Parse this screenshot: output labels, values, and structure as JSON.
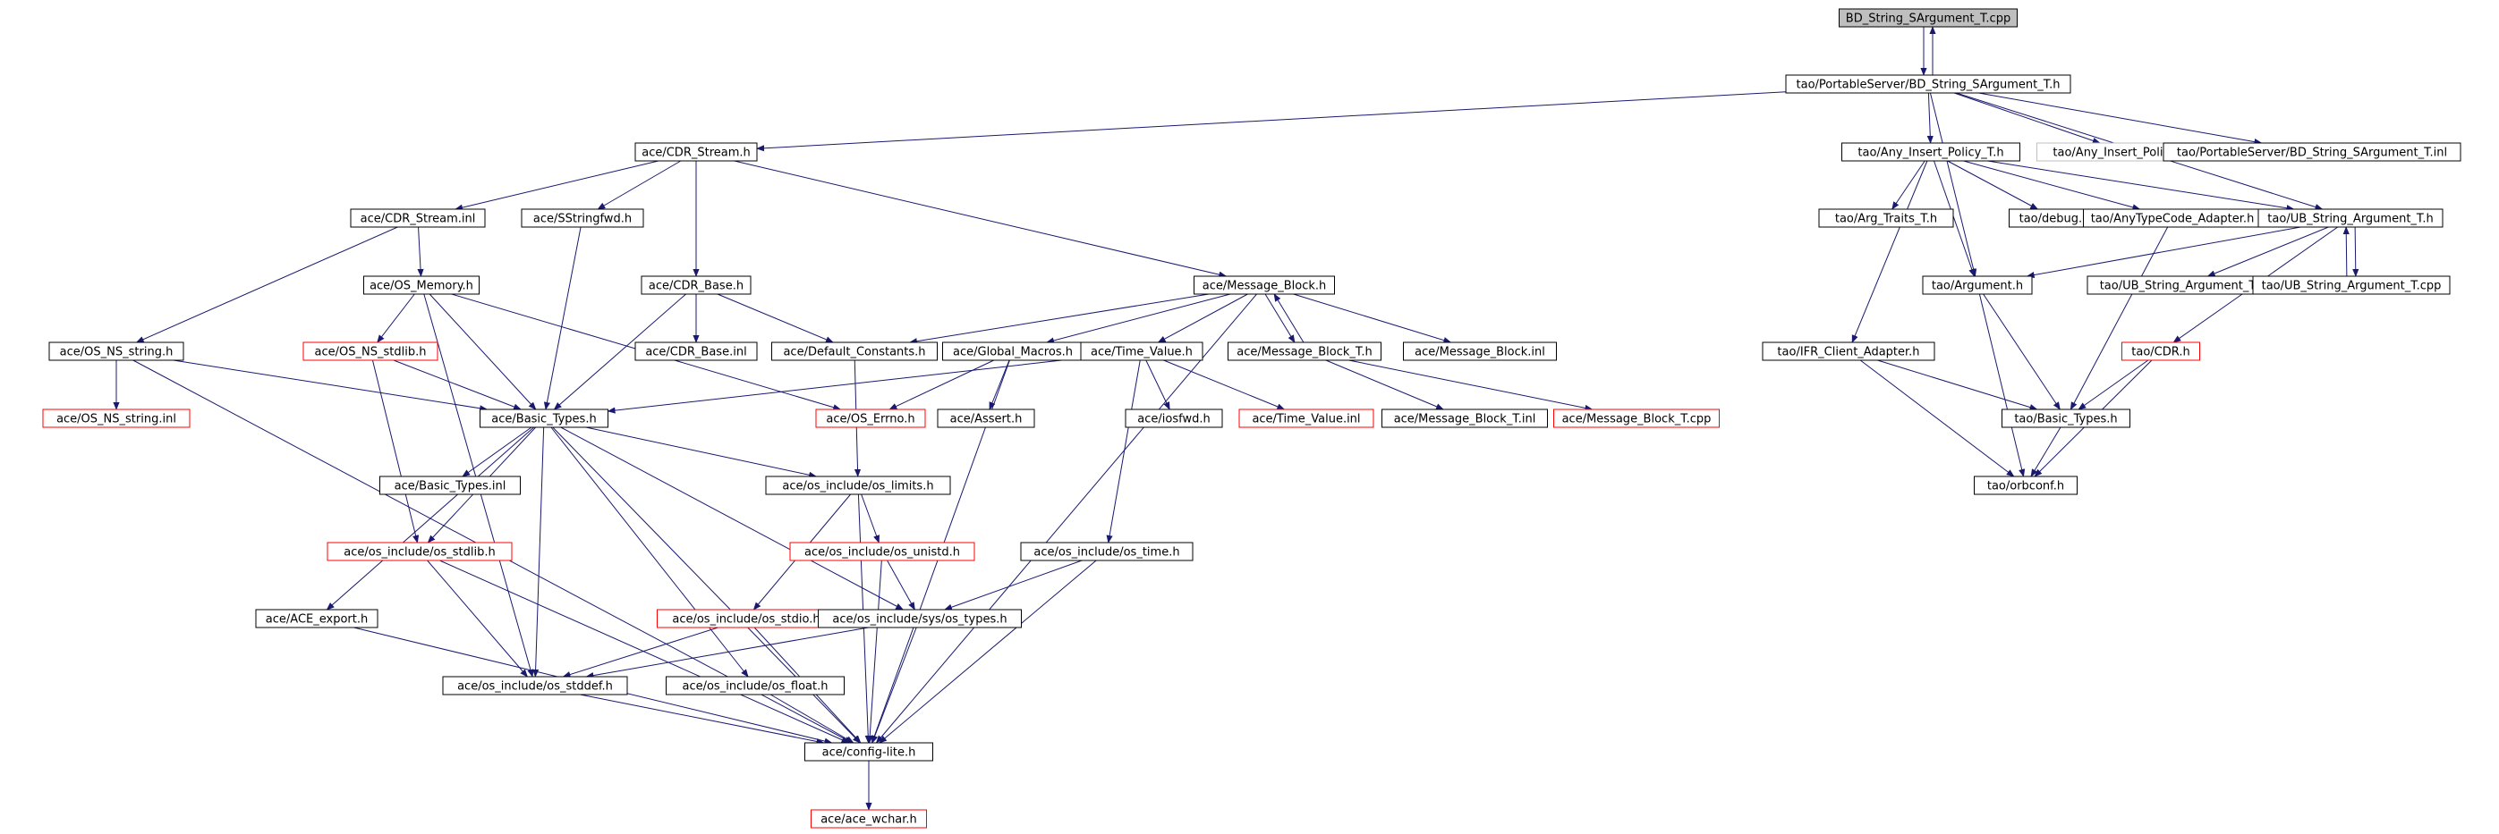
{
  "colors": {
    "edge": "#191970",
    "box_border": "#000000",
    "box_border_missing": "#ff0000",
    "box_border_external": "#bfbfbf",
    "box_fill": "#ffffff",
    "root_fill": "#bfbfbf",
    "text": "#000000"
  },
  "nodes": [
    {
      "id": "root",
      "label": "BD_String_SArgument_T.cpp",
      "style": "root"
    },
    {
      "id": "tao_bd_h",
      "label": "tao/PortableServer/BD_String_SArgument_T.h",
      "style": "normal"
    },
    {
      "id": "cdr_stream_h",
      "label": "ace/CDR_Stream.h",
      "style": "normal"
    },
    {
      "id": "any_insert_h",
      "label": "tao/Any_Insert_Policy_T.h",
      "style": "normal"
    },
    {
      "id": "any_insert_h_ext",
      "label": "tao/Any_Insert_Policy_T.h",
      "style": "external"
    },
    {
      "id": "tao_bd_inl",
      "label": "tao/PortableServer/BD_String_SArgument_T.inl",
      "style": "normal"
    },
    {
      "id": "cdr_stream_inl",
      "label": "ace/CDR_Stream.inl",
      "style": "normal"
    },
    {
      "id": "sstringfwd_h",
      "label": "ace/SStringfwd.h",
      "style": "normal"
    },
    {
      "id": "arg_traits_h",
      "label": "tao/Arg_Traits_T.h",
      "style": "normal"
    },
    {
      "id": "debug_h",
      "label": "tao/debug.h",
      "style": "normal"
    },
    {
      "id": "anytc_adapter_h",
      "label": "tao/AnyTypeCode_Adapter.h",
      "style": "normal"
    },
    {
      "id": "ub_arg_h",
      "label": "tao/UB_String_Argument_T.h",
      "style": "normal"
    },
    {
      "id": "os_memory_h",
      "label": "ace/OS_Memory.h",
      "style": "normal"
    },
    {
      "id": "cdr_base_h",
      "label": "ace/CDR_Base.h",
      "style": "normal"
    },
    {
      "id": "message_block_h",
      "label": "ace/Message_Block.h",
      "style": "normal"
    },
    {
      "id": "argument_h",
      "label": "tao/Argument.h",
      "style": "normal"
    },
    {
      "id": "ub_arg_inl",
      "label": "tao/UB_String_Argument_T.inl",
      "style": "normal"
    },
    {
      "id": "ub_arg_cpp",
      "label": "tao/UB_String_Argument_T.cpp",
      "style": "normal"
    },
    {
      "id": "os_ns_string_h",
      "label": "ace/OS_NS_string.h",
      "style": "normal"
    },
    {
      "id": "os_ns_stdlib_h",
      "label": "ace/OS_NS_stdlib.h",
      "style": "missing"
    },
    {
      "id": "cdr_base_inl",
      "label": "ace/CDR_Base.inl",
      "style": "normal"
    },
    {
      "id": "default_constants_h",
      "label": "ace/Default_Constants.h",
      "style": "normal"
    },
    {
      "id": "global_macros_h",
      "label": "ace/Global_Macros.h",
      "style": "normal"
    },
    {
      "id": "time_value_h",
      "label": "ace/Time_Value.h",
      "style": "normal"
    },
    {
      "id": "message_block_t_h",
      "label": "ace/Message_Block_T.h",
      "style": "normal"
    },
    {
      "id": "message_block_inl",
      "label": "ace/Message_Block.inl",
      "style": "normal"
    },
    {
      "id": "ifr_client_adapter_h",
      "label": "tao/IFR_Client_Adapter.h",
      "style": "normal"
    },
    {
      "id": "tao_cdr_h",
      "label": "tao/CDR.h",
      "style": "missing"
    },
    {
      "id": "os_ns_string_inl",
      "label": "ace/OS_NS_string.inl",
      "style": "missing"
    },
    {
      "id": "basic_types_h",
      "label": "ace/Basic_Types.h",
      "style": "normal"
    },
    {
      "id": "os_errno_h",
      "label": "ace/OS_Errno.h",
      "style": "missing"
    },
    {
      "id": "assert_h",
      "label": "ace/Assert.h",
      "style": "normal"
    },
    {
      "id": "iosfwd_h",
      "label": "ace/iosfwd.h",
      "style": "normal"
    },
    {
      "id": "time_value_inl",
      "label": "ace/Time_Value.inl",
      "style": "missing"
    },
    {
      "id": "message_block_t_inl",
      "label": "ace/Message_Block_T.inl",
      "style": "normal"
    },
    {
      "id": "message_block_t_cpp",
      "label": "ace/Message_Block_T.cpp",
      "style": "missing"
    },
    {
      "id": "tao_basic_types_h",
      "label": "tao/Basic_Types.h",
      "style": "normal"
    },
    {
      "id": "basic_types_inl",
      "label": "ace/Basic_Types.inl",
      "style": "normal"
    },
    {
      "id": "os_limits_h",
      "label": "ace/os_include/os_limits.h",
      "style": "normal"
    },
    {
      "id": "orbconf_h",
      "label": "tao/orbconf.h",
      "style": "normal"
    },
    {
      "id": "os_stdlib_h",
      "label": "ace/os_include/os_stdlib.h",
      "style": "missing"
    },
    {
      "id": "os_unistd_h",
      "label": "ace/os_include/os_unistd.h",
      "style": "missing"
    },
    {
      "id": "os_time_h",
      "label": "ace/os_include/os_time.h",
      "style": "normal"
    },
    {
      "id": "ace_export_h",
      "label": "ace/ACE_export.h",
      "style": "normal"
    },
    {
      "id": "os_stdio_h",
      "label": "ace/os_include/os_stdio.h",
      "style": "missing"
    },
    {
      "id": "sys_os_types_h",
      "label": "ace/os_include/sys/os_types.h",
      "style": "normal"
    },
    {
      "id": "os_stddef_h",
      "label": "ace/os_include/os_stddef.h",
      "style": "normal"
    },
    {
      "id": "os_float_h",
      "label": "ace/os_include/os_float.h",
      "style": "normal"
    },
    {
      "id": "config_lite_h",
      "label": "ace/config-lite.h",
      "style": "normal"
    },
    {
      "id": "ace_wchar_h",
      "label": "ace/ace_wchar.h",
      "style": "missing"
    }
  ],
  "edges": [
    [
      "root",
      "tao_bd_h"
    ],
    [
      "tao_bd_h",
      "root"
    ],
    [
      "tao_bd_h",
      "cdr_stream_h"
    ],
    [
      "tao_bd_h",
      "any_insert_h"
    ],
    [
      "tao_bd_h",
      "any_insert_h_ext"
    ],
    [
      "tao_bd_h",
      "tao_bd_inl"
    ],
    [
      "tao_bd_h",
      "argument_h"
    ],
    [
      "tao_bd_h",
      "ub_arg_h"
    ],
    [
      "cdr_stream_h",
      "cdr_stream_inl"
    ],
    [
      "cdr_stream_h",
      "sstringfwd_h"
    ],
    [
      "cdr_stream_h",
      "cdr_base_h"
    ],
    [
      "cdr_stream_h",
      "message_block_h"
    ],
    [
      "cdr_stream_inl",
      "os_memory_h"
    ],
    [
      "cdr_stream_inl",
      "os_ns_string_h"
    ],
    [
      "sstringfwd_h",
      "basic_types_h"
    ],
    [
      "cdr_base_h",
      "cdr_base_inl"
    ],
    [
      "cdr_base_h",
      "basic_types_h"
    ],
    [
      "cdr_base_h",
      "default_constants_h"
    ],
    [
      "os_memory_h",
      "os_ns_stdlib_h"
    ],
    [
      "os_memory_h",
      "basic_types_h"
    ],
    [
      "os_memory_h",
      "os_errno_h"
    ],
    [
      "os_memory_h",
      "os_stddef_h"
    ],
    [
      "os_ns_string_h",
      "os_ns_string_inl"
    ],
    [
      "os_ns_string_h",
      "basic_types_h"
    ],
    [
      "os_ns_string_h",
      "config_lite_h"
    ],
    [
      "os_ns_stdlib_h",
      "basic_types_h"
    ],
    [
      "os_ns_stdlib_h",
      "os_stdlib_h"
    ],
    [
      "message_block_h",
      "default_constants_h"
    ],
    [
      "message_block_h",
      "global_macros_h"
    ],
    [
      "message_block_h",
      "time_value_h"
    ],
    [
      "message_block_h",
      "message_block_t_h"
    ],
    [
      "message_block_h",
      "message_block_inl"
    ],
    [
      "message_block_h",
      "config_lite_h"
    ],
    [
      "message_block_t_h",
      "message_block_h"
    ],
    [
      "message_block_t_h",
      "message_block_t_inl"
    ],
    [
      "message_block_t_h",
      "message_block_t_cpp"
    ],
    [
      "default_constants_h",
      "os_limits_h"
    ],
    [
      "global_macros_h",
      "os_errno_h"
    ],
    [
      "global_macros_h",
      "assert_h"
    ],
    [
      "global_macros_h",
      "config_lite_h"
    ],
    [
      "time_value_h",
      "basic_types_h"
    ],
    [
      "time_value_h",
      "iosfwd_h"
    ],
    [
      "time_value_h",
      "time_value_inl"
    ],
    [
      "time_value_h",
      "os_time_h"
    ],
    [
      "basic_types_h",
      "basic_types_inl"
    ],
    [
      "basic_types_h",
      "os_limits_h"
    ],
    [
      "basic_types_h",
      "os_stdlib_h"
    ],
    [
      "basic_types_h",
      "ace_export_h"
    ],
    [
      "basic_types_h",
      "sys_os_types_h"
    ],
    [
      "basic_types_h",
      "os_stddef_h"
    ],
    [
      "basic_types_h",
      "os_float_h"
    ],
    [
      "basic_types_h",
      "config_lite_h"
    ],
    [
      "os_limits_h",
      "os_unistd_h"
    ],
    [
      "os_limits_h",
      "os_stdio_h"
    ],
    [
      "os_limits_h",
      "config_lite_h"
    ],
    [
      "os_stdlib_h",
      "os_stddef_h"
    ],
    [
      "os_stdlib_h",
      "config_lite_h"
    ],
    [
      "os_unistd_h",
      "sys_os_types_h"
    ],
    [
      "os_unistd_h",
      "config_lite_h"
    ],
    [
      "os_time_h",
      "sys_os_types_h"
    ],
    [
      "os_time_h",
      "config_lite_h"
    ],
    [
      "ace_export_h",
      "config_lite_h"
    ],
    [
      "os_stdio_h",
      "os_stddef_h"
    ],
    [
      "os_stdio_h",
      "config_lite_h"
    ],
    [
      "sys_os_types_h",
      "os_stddef_h"
    ],
    [
      "sys_os_types_h",
      "config_lite_h"
    ],
    [
      "os_stddef_h",
      "config_lite_h"
    ],
    [
      "os_float_h",
      "config_lite_h"
    ],
    [
      "config_lite_h",
      "ace_wchar_h"
    ],
    [
      "any_insert_h",
      "arg_traits_h"
    ],
    [
      "any_insert_h",
      "debug_h"
    ],
    [
      "any_insert_h",
      "anytc_adapter_h"
    ],
    [
      "any_insert_h",
      "ub_arg_h"
    ],
    [
      "any_insert_h",
      "argument_h"
    ],
    [
      "any_insert_h",
      "ifr_client_adapter_h"
    ],
    [
      "ub_arg_h",
      "argument_h"
    ],
    [
      "ub_arg_h",
      "ub_arg_inl"
    ],
    [
      "ub_arg_h",
      "ub_arg_cpp"
    ],
    [
      "ub_arg_h",
      "tao_cdr_h"
    ],
    [
      "ub_arg_cpp",
      "ub_arg_h"
    ],
    [
      "anytc_adapter_h",
      "tao_basic_types_h"
    ],
    [
      "argument_h",
      "tao_basic_types_h"
    ],
    [
      "argument_h",
      "orbconf_h"
    ],
    [
      "ifr_client_adapter_h",
      "tao_basic_types_h"
    ],
    [
      "ifr_client_adapter_h",
      "orbconf_h"
    ],
    [
      "tao_cdr_h",
      "tao_basic_types_h"
    ],
    [
      "tao_cdr_h",
      "orbconf_h"
    ],
    [
      "tao_basic_types_h",
      "orbconf_h"
    ]
  ]
}
